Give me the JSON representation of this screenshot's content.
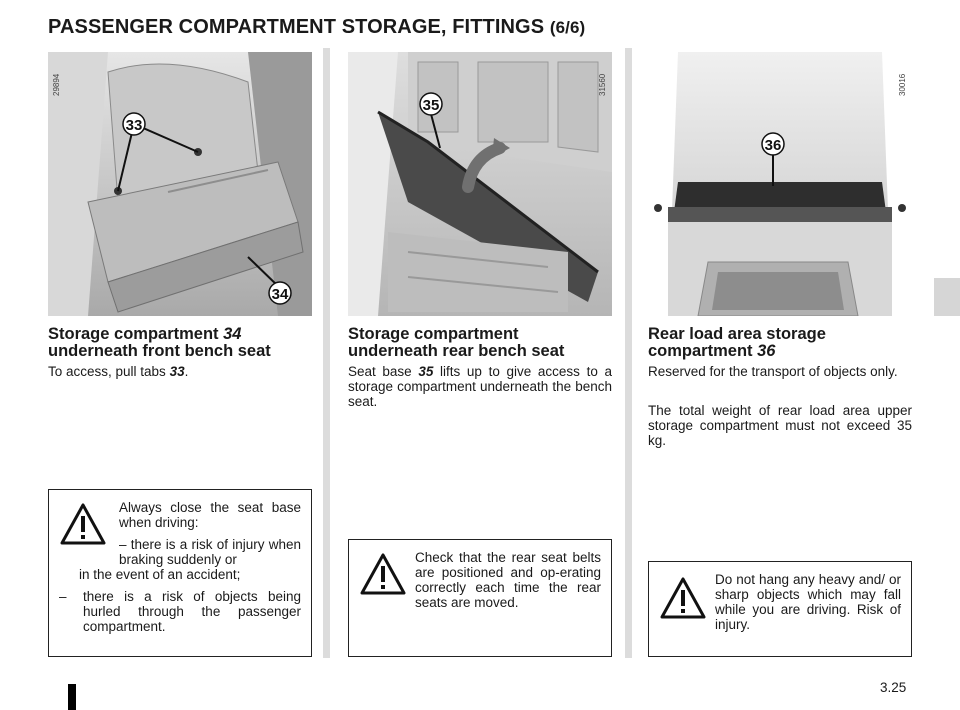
{
  "page": {
    "title": "PASSENGER COMPARTMENT STORAGE, FITTINGS",
    "title_suffix": "(6/6)",
    "page_number": "3.25"
  },
  "columns": [
    {
      "image_code": "29894",
      "callouts": [
        "33",
        "34"
      ],
      "heading_text": "Storage compartment ",
      "heading_ref": "34",
      "heading_line2": "underneath front bench seat",
      "body_prefix": "To access, pull tabs ",
      "body_ref": "33",
      "body_suffix": ".",
      "warning": {
        "intro": "Always close the seat base when driving:",
        "item1_first": "– there is a risk of injury when braking suddenly or",
        "item1_rest": "in the event of an accident;",
        "item2_dash": "–",
        "item2_text": "there is a risk of objects being hurled through the passenger compartment."
      }
    },
    {
      "image_code": "31560",
      "callouts": [
        "35"
      ],
      "heading_line1": "Storage compartment",
      "heading_line2": "underneath rear bench seat",
      "body_prefix": "Seat base ",
      "body_ref": "35",
      "body_suffix": " lifts up to give access to a storage compartment underneath the bench seat.",
      "warning": {
        "text": "Check that the rear seat belts are positioned and op-erating correctly each time the rear seats are moved."
      }
    },
    {
      "image_code": "30016",
      "callouts": [
        "36"
      ],
      "heading_line1": "Rear load area storage",
      "heading_line2_prefix": "compartment ",
      "heading_ref": "36",
      "body1": "Reserved for the transport of objects only.",
      "body2": "The total weight of rear load area upper storage compartment must not exceed 35 kg.",
      "warning": {
        "text": "Do not hang any heavy and/ or sharp objects which may fall while you are driving. Risk of injury."
      }
    }
  ],
  "icons": {
    "warning": "warning-triangle-icon"
  }
}
